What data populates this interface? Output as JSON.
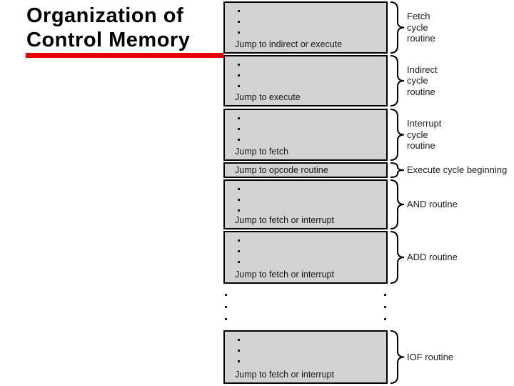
{
  "slide": {
    "title": "Organization of\nControl Memory"
  },
  "colors": {
    "accent_red": "#e90000",
    "box_fill": "#d2d2d2",
    "box_border": "#000000",
    "text": "#1a1a1a"
  },
  "diagram": {
    "description": "Control memory map: microinstruction blocks with routine braces",
    "rows": [
      {
        "type": "box",
        "height": 73,
        "gap_after": 2,
        "ellipsis": true,
        "box_text": "Jump to indirect or execute",
        "label_lines": [
          "Fetch",
          "cycle",
          "routine"
        ]
      },
      {
        "type": "box",
        "height": 72,
        "gap_after": 3,
        "ellipsis": true,
        "box_text": "Jump to execute",
        "label_lines": [
          "Indirect",
          "cycle",
          "routine"
        ]
      },
      {
        "type": "box",
        "height": 73,
        "gap_after": 2,
        "ellipsis": true,
        "box_text": "Jump to fetch",
        "label_lines": [
          "Interrupt",
          "cycle",
          "routine"
        ]
      },
      {
        "type": "box",
        "height": 22,
        "gap_after": 2,
        "ellipsis": false,
        "box_text": "Jump to opcode routine",
        "label_lines": [
          "Execute cycle beginning"
        ]
      },
      {
        "type": "box",
        "height": 70,
        "gap_after": 2,
        "ellipsis": true,
        "box_text": "Jump to fetch or interrupt",
        "label_lines": [
          "AND routine"
        ]
      },
      {
        "type": "box",
        "height": 74,
        "gap_after": 0,
        "ellipsis": true,
        "box_text": "Jump to fetch or interrupt",
        "label_lines": [
          "ADD routine"
        ]
      },
      {
        "type": "gap",
        "height": 65,
        "left_ellipsis": true,
        "right_ellipsis": true
      },
      {
        "type": "box",
        "height": 75,
        "gap_after": 0,
        "ellipsis": true,
        "box_text": "Jump to fetch or interrupt",
        "label_lines": [
          "IOF routine"
        ]
      }
    ]
  }
}
